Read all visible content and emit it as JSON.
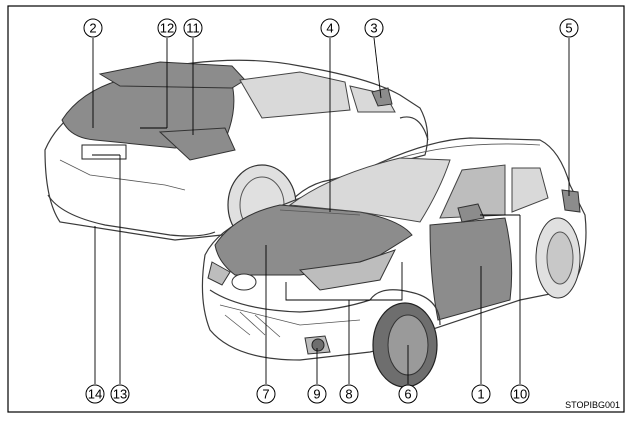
{
  "figure_code": "STOPIBG001",
  "callouts": [
    "2",
    "12",
    "11",
    "4",
    "3",
    "5",
    "14",
    "13",
    "7",
    "9",
    "8",
    "6",
    "1",
    "10"
  ],
  "colors": {
    "frame": "#000000",
    "highlight": "#8c8c8c",
    "body_fill": "#f4f4f4",
    "glass_fill": "#bdbdbd",
    "tire_fill": "#6e6e6e",
    "line": "#3a3a3a"
  }
}
